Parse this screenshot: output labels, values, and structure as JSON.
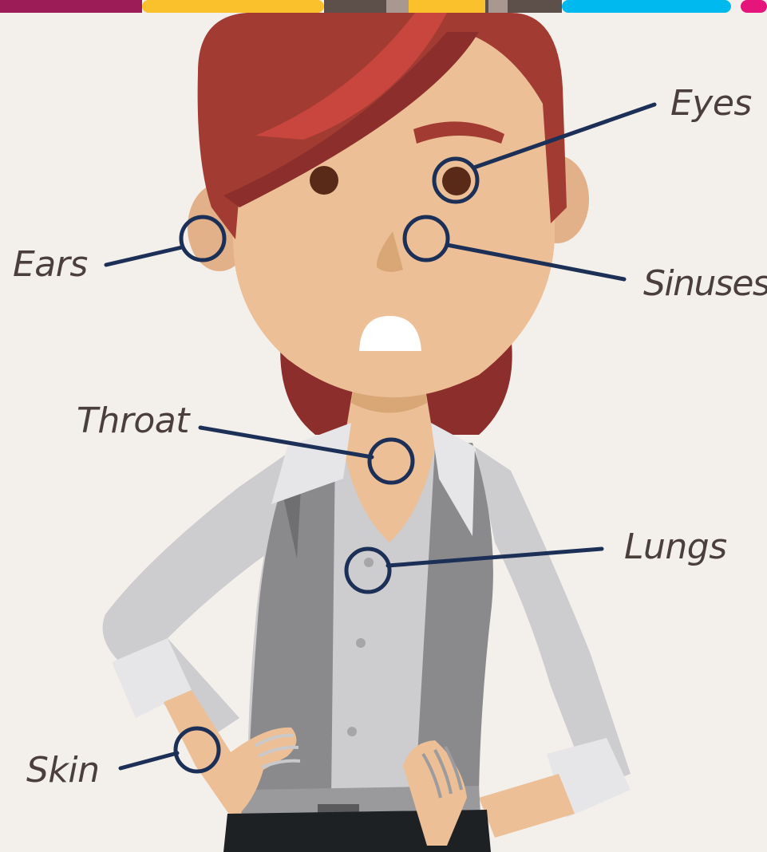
{
  "labels": {
    "eyes": "Eyes",
    "ears": "Ears",
    "sinuses": "Sinuses",
    "throat": "Throat",
    "lungs": "Lungs",
    "skin": "Skin"
  },
  "colors": {
    "background": "#f3f0ec",
    "callout": "#1c3057",
    "label_text": "#4a3f3a",
    "hair": "#a23b32",
    "skin": "#ecbf96",
    "vest": "#8a8a8c",
    "shirt": "#cfcfd1",
    "top_band": [
      "#9c1c57",
      "#fbc12d",
      "#5d4f49",
      "#fbc12d",
      "#5d4f49",
      "#00b9ee",
      "#e5157b"
    ]
  }
}
